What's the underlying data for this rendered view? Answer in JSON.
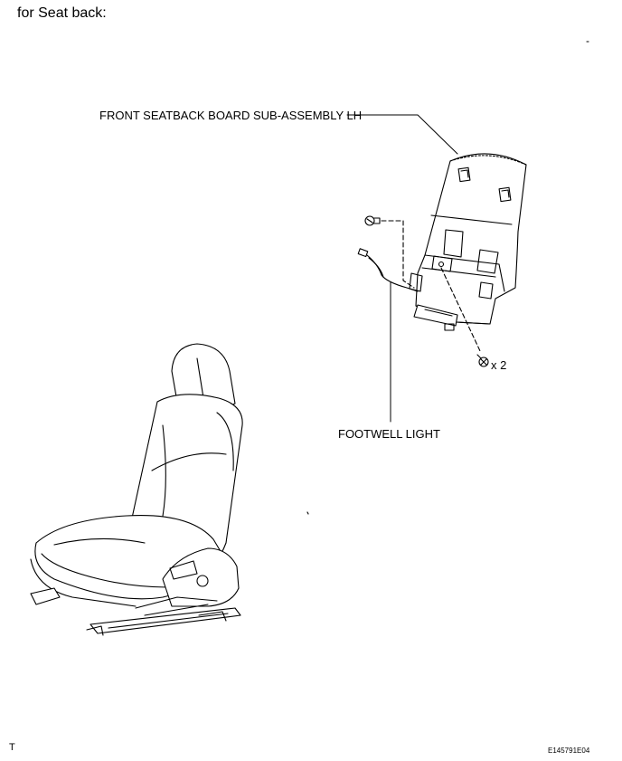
{
  "heading": "for Seat back:",
  "labels": {
    "board": "FRONT SEATBACK BOARD SUB-ASSEMBLY LH",
    "light": "FOOTWELL LIGHT",
    "quantity": "x 2"
  },
  "footer": {
    "letter": "T",
    "code": "E145791E04"
  }
}
